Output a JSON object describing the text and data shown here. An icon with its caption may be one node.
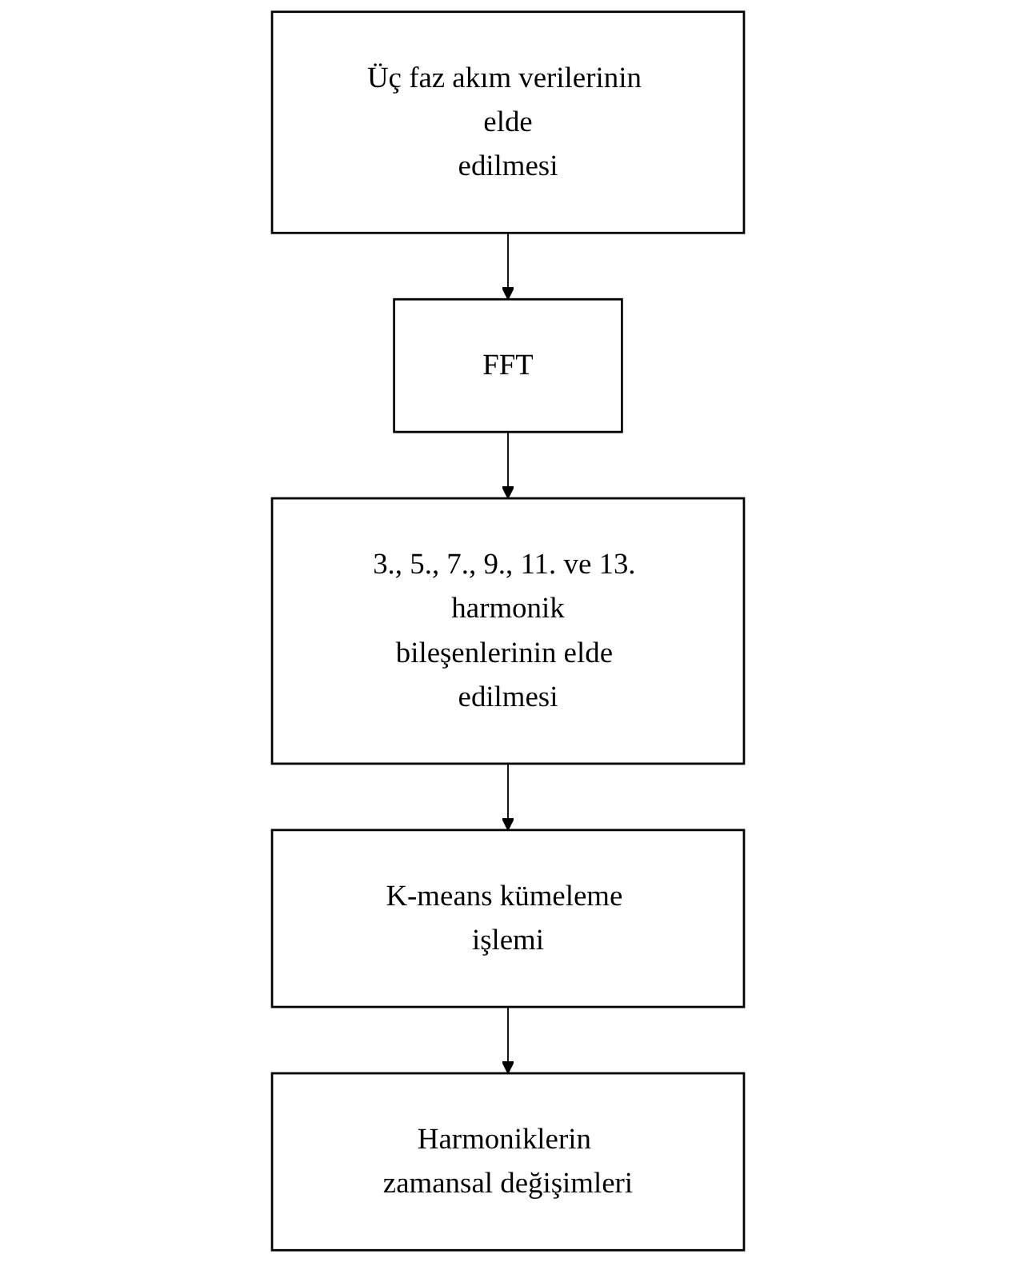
{
  "diagram": {
    "nodes": [
      {
        "text": [
          "Üç faz akım verilerinin elde edilmesi"
        ]
      },
      {
        "text": [
          "FFT"
        ]
      },
      {
        "text": [
          "3., 5., 7., 9., 11. ve 13. harmonik bileşenlerinin elde edilmesi"
        ]
      },
      {
        "text": [
          "K-means kümeleme işlemi"
        ]
      },
      {
        "text": [
          "Harmoniklerin zamansal değişimleri"
        ]
      }
    ],
    "edges": [
      {
        "from": 0,
        "to": 1,
        "arrow": "to"
      },
      {
        "from": 1,
        "to": 2,
        "arrow": "to"
      },
      {
        "from": 2,
        "to": 3,
        "arrow": "to"
      },
      {
        "from": 3,
        "to": 4,
        "arrow": "to"
      }
    ]
  }
}
